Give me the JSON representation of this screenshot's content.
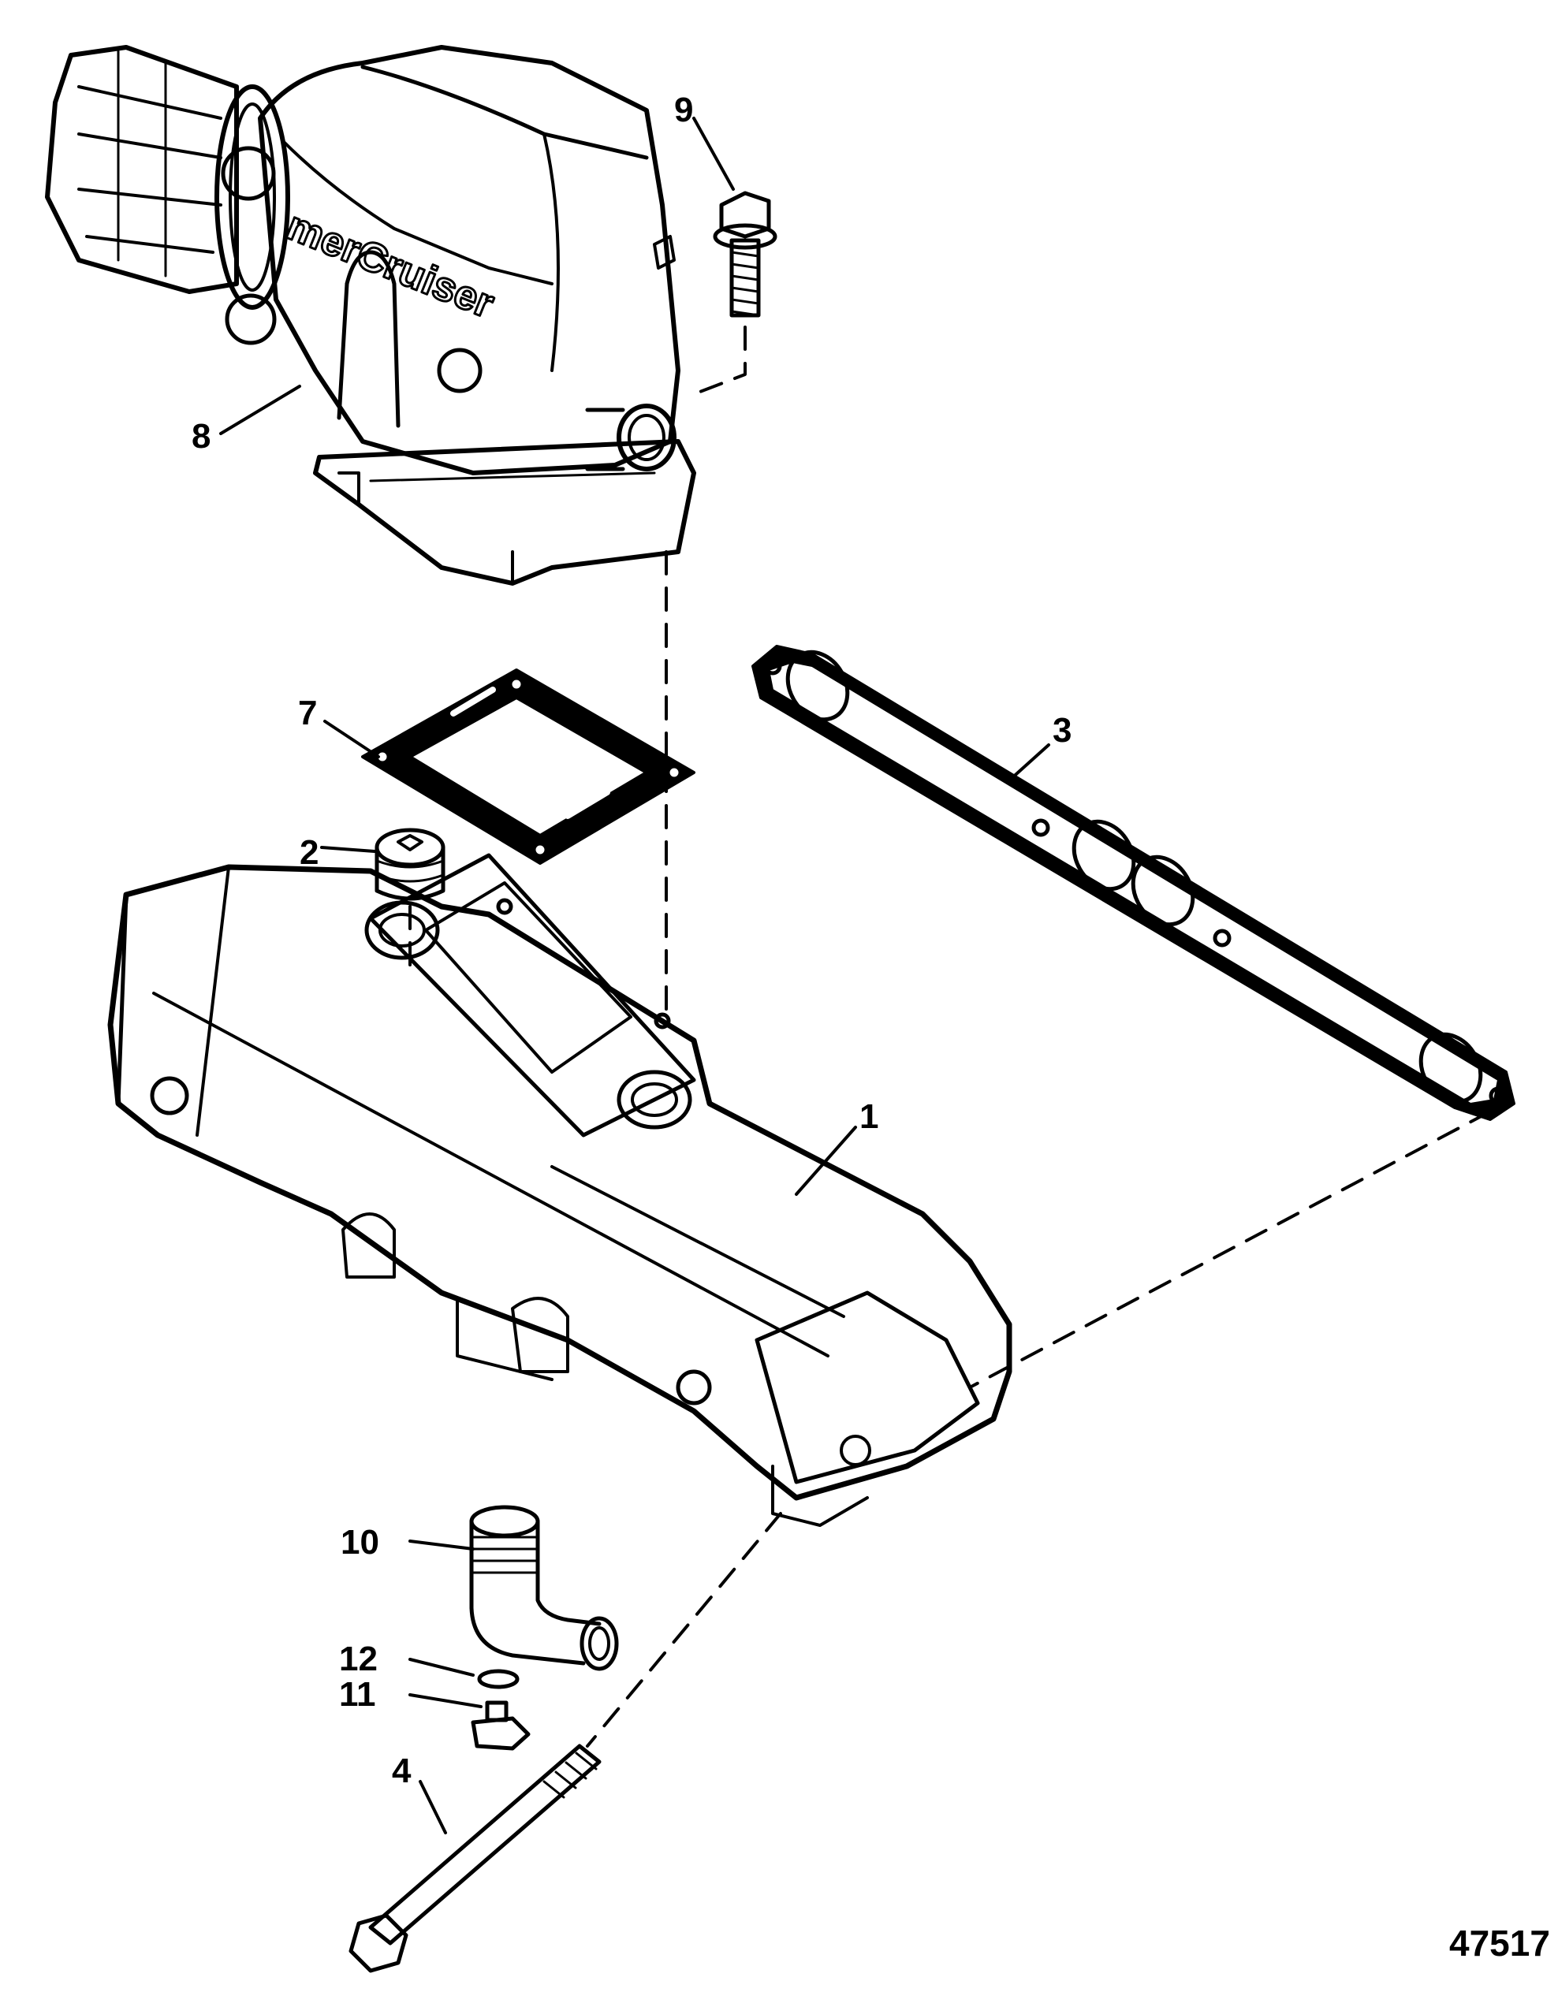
{
  "brand_text": "merCruiser",
  "figure_number": "47517",
  "callouts": [
    {
      "id": "1",
      "label": "1"
    },
    {
      "id": "2",
      "label": "2"
    },
    {
      "id": "3",
      "label": "3"
    },
    {
      "id": "4",
      "label": "4"
    },
    {
      "id": "7",
      "label": "7"
    },
    {
      "id": "8",
      "label": "8"
    },
    {
      "id": "9",
      "label": "9"
    },
    {
      "id": "10",
      "label": "10"
    },
    {
      "id": "11",
      "label": "11"
    },
    {
      "id": "12",
      "label": "12"
    }
  ]
}
